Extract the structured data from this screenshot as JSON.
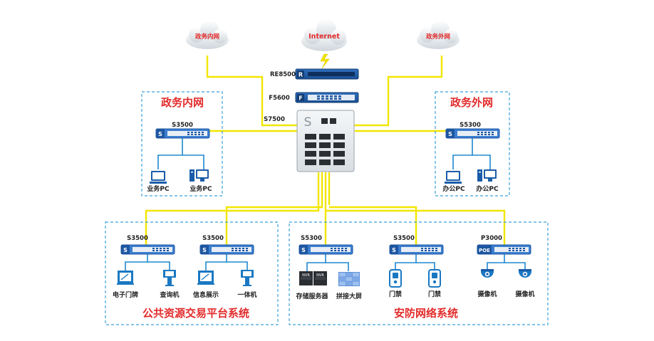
{
  "clouds": {
    "gov_internal": "政务内网",
    "internet": "Internet",
    "gov_external": "政务外网"
  },
  "core": {
    "re8500": "RE8500",
    "f5600": "F5600",
    "s7500": "S7500",
    "re8500_badge": "R",
    "f5600_badge": "F",
    "s7500_badge": "S"
  },
  "left_zone": {
    "title": "政务内网",
    "switch": "S3500",
    "switch_badge": "S",
    "pcs": [
      "业务PC",
      "业务PC"
    ]
  },
  "right_zone": {
    "title": "政务外网",
    "switch": "S5300",
    "switch_badge": "S",
    "pcs": [
      "办公PC",
      "办公PC"
    ]
  },
  "public_zone": {
    "title": "公共资源交易平台系统",
    "switches": [
      "S3500",
      "S3500"
    ],
    "switch_badge": "S",
    "devices": [
      "电子门牌",
      "查询机",
      "信息展示",
      "一体机"
    ]
  },
  "security_zone": {
    "title": "安防网络系统",
    "switches": [
      "S5300",
      "S3500",
      "P3000"
    ],
    "switch_badges": [
      "S",
      "S",
      "POE"
    ],
    "devices": [
      "存储服务器",
      "拼接大屏",
      "门禁",
      "门禁",
      "摄像机",
      "摄像机"
    ],
    "nvr_label": "NVR"
  },
  "colors": {
    "link": "#f2e600",
    "access_link": "#1e88d0",
    "zone_border": "#3aa0dc",
    "title_red": "#e32b2b",
    "device_blue": "#1a5ca8"
  }
}
